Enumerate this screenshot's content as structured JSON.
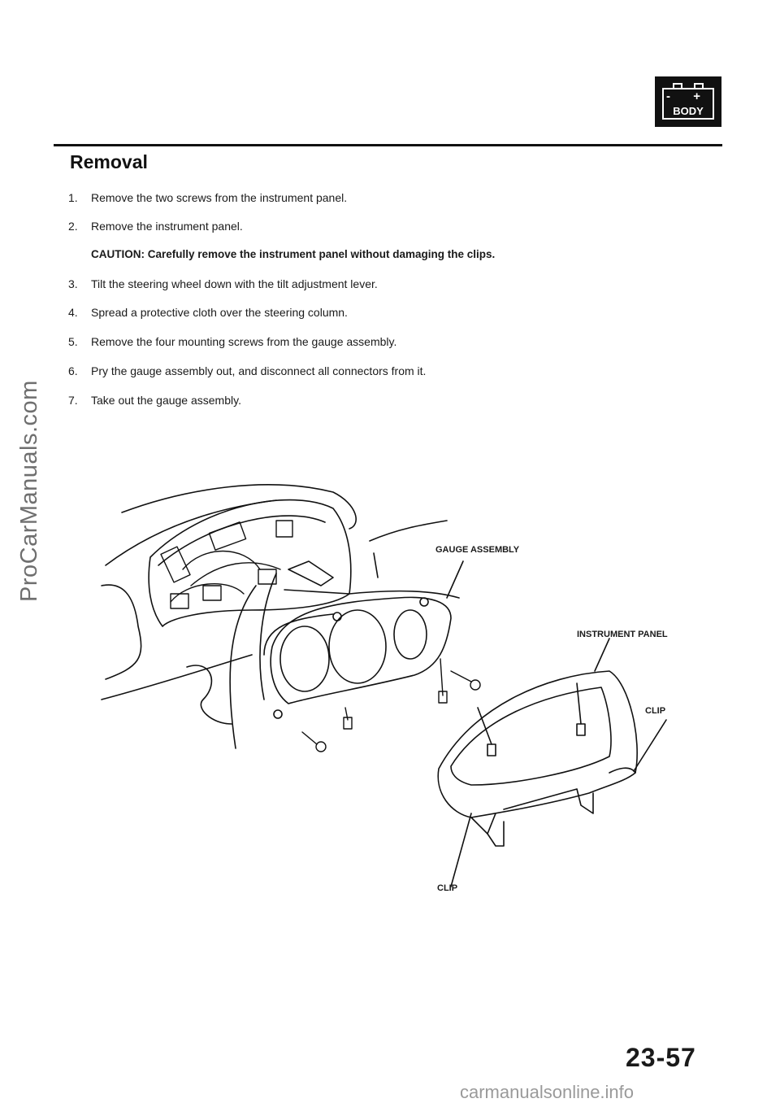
{
  "watermark_side": "ProCarManuals.com",
  "badge": {
    "signs": "- +",
    "label": "BODY"
  },
  "section_title": "Removal",
  "steps": [
    {
      "num": "1.",
      "text": "Remove the two screws from the instrument panel."
    },
    {
      "num": "2.",
      "text": "Remove the instrument panel."
    },
    {
      "num": "3.",
      "text": "Tilt the steering wheel down with the tilt adjustment lever."
    },
    {
      "num": "4.",
      "text": "Spread a protective cloth over the steering column."
    },
    {
      "num": "5.",
      "text": "Remove the four mounting screws from the gauge assembly."
    },
    {
      "num": "6.",
      "text": "Pry the gauge assembly out, and disconnect all connectors from it."
    },
    {
      "num": "7.",
      "text": "Take out the gauge assembly."
    }
  ],
  "caution": "CAUTION: Carefully remove the instrument panel without damaging the clips.",
  "diagram_labels": {
    "gauge_assembly": "GAUGE ASSEMBLY",
    "instrument_panel": "INSTRUMENT PANEL",
    "clip_right": "CLIP",
    "clip_bottom": "CLIP"
  },
  "page_number": "23-57",
  "footer_watermark": "carmanualsonline.info"
}
